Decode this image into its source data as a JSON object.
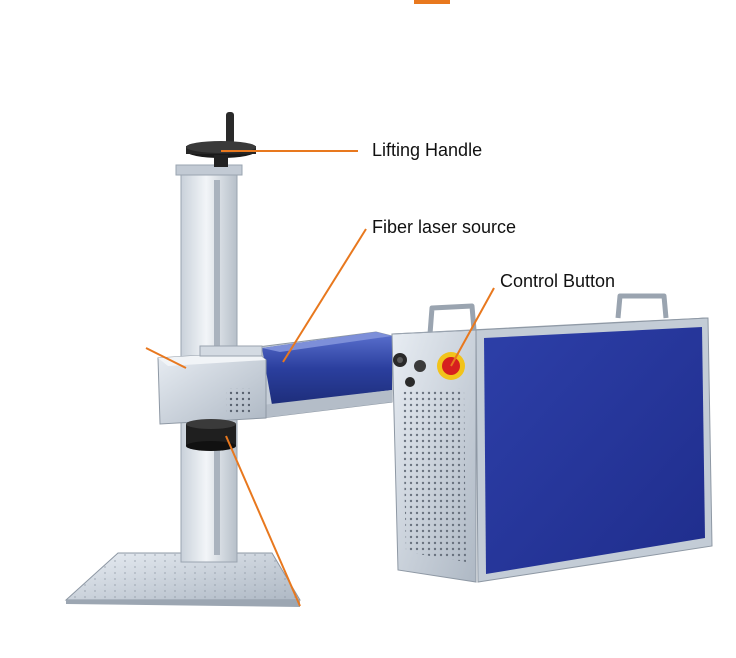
{
  "callouts": {
    "lifting_handle": "Lifting Handle",
    "fiber_laser_source": "Fiber laser source",
    "control_button": "Control Button"
  },
  "colors": {
    "leader_line": "#e8781e",
    "laser_blue": "#2b3f9e",
    "panel_blue": "#23339a",
    "metal": "#d6dde6",
    "emergency_red": "#d61f1f",
    "emergency_yellow": "#f2c31a"
  }
}
